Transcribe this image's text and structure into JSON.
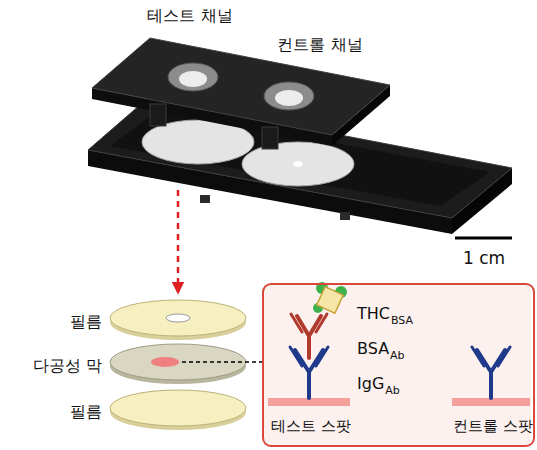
{
  "diagram": {
    "nodes": [
      {
        "text": [
          "THC",
          "BSA",
          "BSA",
          "Ab",
          "IgG",
          "Ab",
          "테스트 스팟",
          "컨트롤 스팟"
        ]
      }
    ],
    "labels": [
      "테스트 채널",
      "컨트롤 채널",
      "1 cm",
      "필름",
      "다공성 막",
      "필름"
    ]
  }
}
